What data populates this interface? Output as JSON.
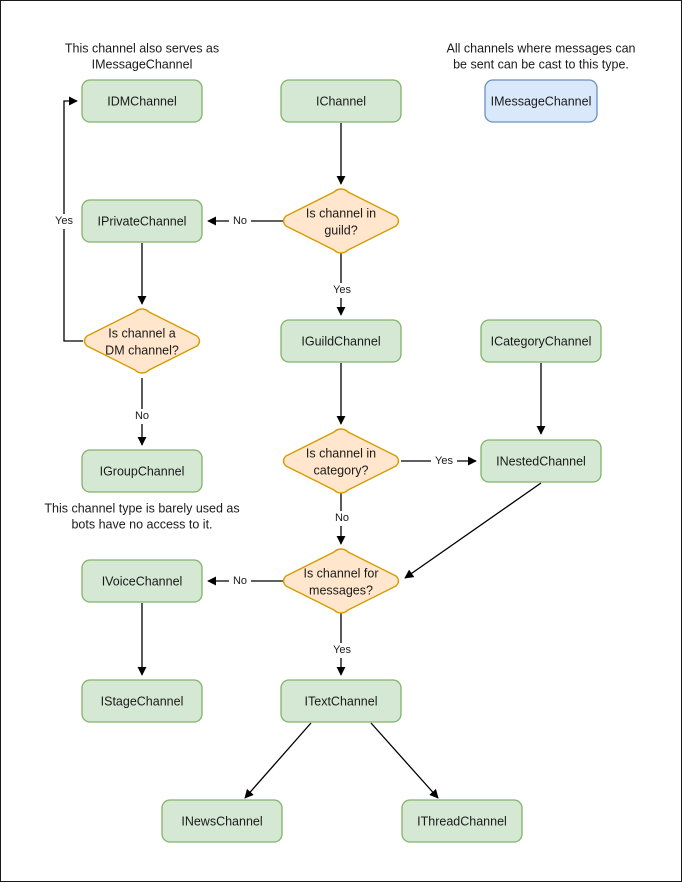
{
  "diagram": {
    "title": "Discord channel interface hierarchy flowchart",
    "type": "flowchart",
    "colors": {
      "process_fill": "#d5e8d4",
      "process_stroke": "#82b366",
      "decision_fill": "#ffe6cc",
      "decision_stroke": "#d79b00",
      "highlight_fill": "#dae8fc",
      "highlight_stroke": "#6c8ebf",
      "edge": "#000000",
      "text": "#1a1a1a",
      "frame": "#1a1a1a"
    },
    "notes": [
      {
        "id": "note-dm",
        "line1": "This channel also serves as",
        "line2": "IMessageChannel"
      },
      {
        "id": "note-message",
        "line1": "All channels where messages can",
        "line2": "be sent can be cast to this type."
      },
      {
        "id": "note-group",
        "line1": "This channel type is barely used as",
        "line2": "bots have no access to it."
      }
    ],
    "nodes": [
      {
        "id": "idmchannel",
        "label": "IDMChannel",
        "shape": "box",
        "style": "process"
      },
      {
        "id": "ichannel",
        "label": "IChannel",
        "shape": "box",
        "style": "process"
      },
      {
        "id": "imessagechannel",
        "label": "IMessageChannel",
        "shape": "box",
        "style": "highlight"
      },
      {
        "id": "iprivatechannel",
        "label": "IPrivateChannel",
        "shape": "box",
        "style": "process"
      },
      {
        "id": "q-guild",
        "label": "Is channel in guild?",
        "shape": "diamond",
        "style": "decision"
      },
      {
        "id": "q-dm",
        "label": "Is channel a DM channel?",
        "shape": "diamond",
        "style": "decision"
      },
      {
        "id": "iguildchannel",
        "label": "IGuildChannel",
        "shape": "box",
        "style": "process"
      },
      {
        "id": "icategorychannel",
        "label": "ICategoryChannel",
        "shape": "box",
        "style": "process"
      },
      {
        "id": "igroupchannel",
        "label": "IGroupChannel",
        "shape": "box",
        "style": "process"
      },
      {
        "id": "q-category",
        "label": "Is channel in category?",
        "shape": "diamond",
        "style": "decision"
      },
      {
        "id": "inestedchannel",
        "label": "INestedChannel",
        "shape": "box",
        "style": "process"
      },
      {
        "id": "q-messages",
        "label": "Is channel for messages?",
        "shape": "diamond",
        "style": "decision"
      },
      {
        "id": "ivoicechannel",
        "label": "IVoiceChannel",
        "shape": "box",
        "style": "process"
      },
      {
        "id": "istagechannel",
        "label": "IStageChannel",
        "shape": "box",
        "style": "process"
      },
      {
        "id": "itextchannel",
        "label": "ITextChannel",
        "shape": "box",
        "style": "process"
      },
      {
        "id": "inewschannel",
        "label": "INewsChannel",
        "shape": "box",
        "style": "process"
      },
      {
        "id": "ithreadchannel",
        "label": "IThreadChannel",
        "shape": "box",
        "style": "process"
      }
    ],
    "node_text": {
      "idmchannel": "IDMChannel",
      "ichannel": "IChannel",
      "imessagechannel": "IMessageChannel",
      "iprivatechannel": "IPrivateChannel",
      "iguildchannel": "IGuildChannel",
      "icategorychannel": "ICategoryChannel",
      "igroupchannel": "IGroupChannel",
      "inestedchannel": "INestedChannel",
      "ivoicechannel": "IVoiceChannel",
      "istagechannel": "IStageChannel",
      "itextchannel": "ITextChannel",
      "inewschannel": "INewsChannel",
      "ithreadchannel": "IThreadChannel",
      "q_guild_line1": "Is channel in",
      "q_guild_line2": "guild?",
      "q_dm_line1": "Is channel a",
      "q_dm_line2": "DM channel?",
      "q_category_line1": "Is channel in",
      "q_category_line2": "category?",
      "q_messages_line1": "Is channel for",
      "q_messages_line2": "messages?"
    },
    "edges": [
      {
        "id": "e-ichannel-guild",
        "from": "ichannel",
        "to": "q-guild",
        "label": ""
      },
      {
        "id": "e-guild-private",
        "from": "q-guild",
        "to": "iprivatechannel",
        "label": "No"
      },
      {
        "id": "e-guild-iguild",
        "from": "q-guild",
        "to": "iguildchannel",
        "label": "Yes"
      },
      {
        "id": "e-private-qdm",
        "from": "iprivatechannel",
        "to": "q-dm",
        "label": ""
      },
      {
        "id": "e-qdm-idm",
        "from": "q-dm",
        "to": "idmchannel",
        "label": "Yes"
      },
      {
        "id": "e-qdm-group",
        "from": "q-dm",
        "to": "igroupchannel",
        "label": "No"
      },
      {
        "id": "e-iguild-qcategory",
        "from": "iguildchannel",
        "to": "q-category",
        "label": ""
      },
      {
        "id": "e-qcategory-nested",
        "from": "q-category",
        "to": "inestedchannel",
        "label": "Yes"
      },
      {
        "id": "e-qcategory-qmessages",
        "from": "q-category",
        "to": "q-messages",
        "label": "No"
      },
      {
        "id": "e-icategory-nested",
        "from": "icategorychannel",
        "to": "inestedchannel",
        "label": ""
      },
      {
        "id": "e-nested-qmessages",
        "from": "inestedchannel",
        "to": "q-messages",
        "label": ""
      },
      {
        "id": "e-qmessages-voice",
        "from": "q-messages",
        "to": "ivoicechannel",
        "label": "No"
      },
      {
        "id": "e-qmessages-text",
        "from": "q-messages",
        "to": "itextchannel",
        "label": "Yes"
      },
      {
        "id": "e-voice-stage",
        "from": "ivoicechannel",
        "to": "istagechannel",
        "label": ""
      },
      {
        "id": "e-text-news",
        "from": "itextchannel",
        "to": "inewschannel",
        "label": ""
      },
      {
        "id": "e-text-thread",
        "from": "itextchannel",
        "to": "ithreadchannel",
        "label": ""
      }
    ],
    "edge_labels": {
      "guild_no": "No",
      "guild_yes": "Yes",
      "dm_yes": "Yes",
      "dm_no": "No",
      "category_yes": "Yes",
      "category_no": "No",
      "messages_no": "No",
      "messages_yes": "Yes"
    }
  }
}
